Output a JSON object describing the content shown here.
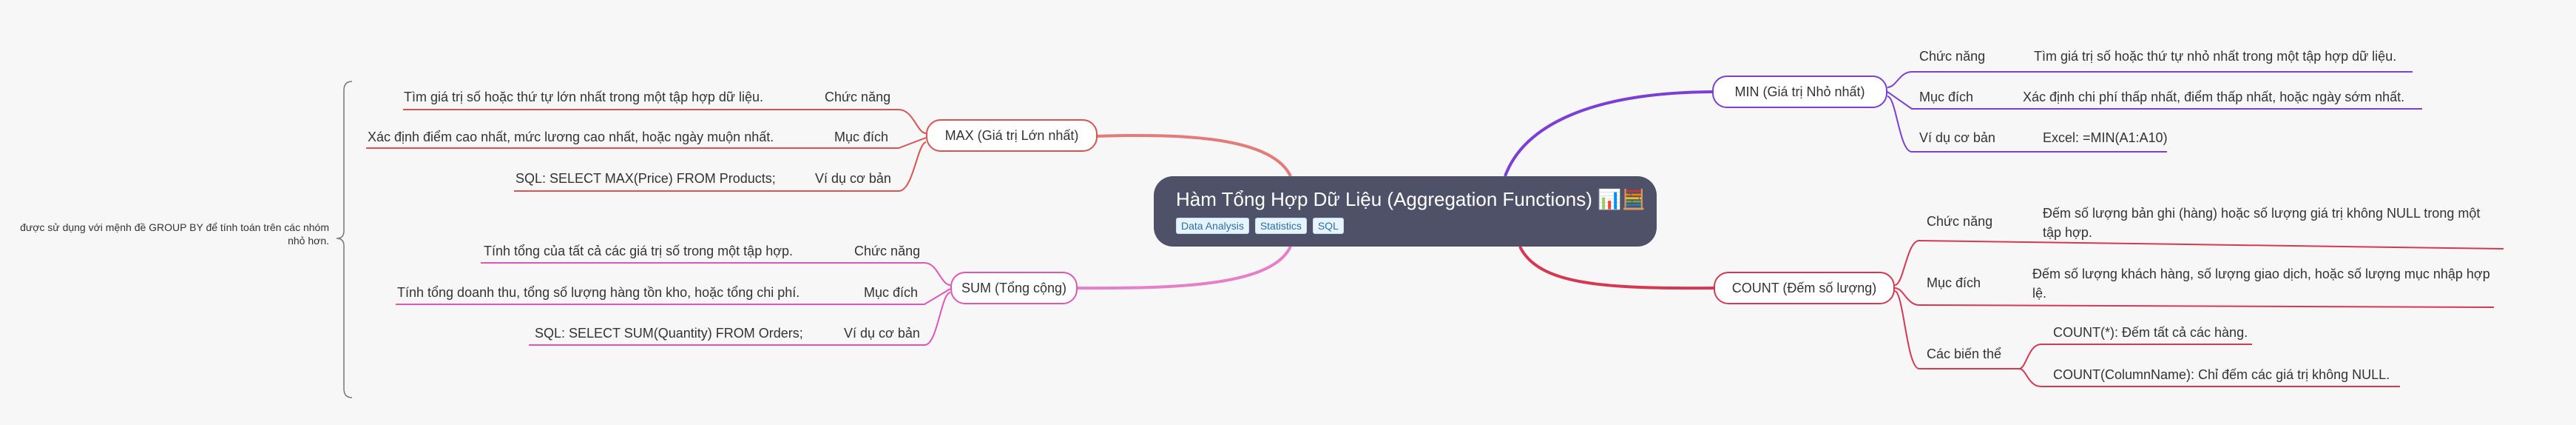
{
  "root": {
    "title": "Hàm Tổng Hợp Dữ Liệu (Aggregation Functions)",
    "emoji": "📊🧮",
    "tags": [
      "Data Analysis",
      "Statistics",
      "SQL"
    ]
  },
  "note": "được sử dụng với mệnh đề GROUP BY để tính toán trên các nhóm nhỏ hơn.",
  "branches": {
    "max": {
      "title": "MAX (Giá trị Lớn nhất)",
      "color": "#d9534f",
      "items": [
        {
          "label": "Chức năng",
          "value": "Tìm giá trị số hoặc thứ tự lớn nhất trong một tập hợp dữ liệu."
        },
        {
          "label": "Mục đích",
          "value": "Xác định điểm cao nhất, mức lương cao nhất, hoặc ngày muộn nhất."
        },
        {
          "label": "Ví dụ cơ bản",
          "value": "SQL: SELECT MAX(Price) FROM Products;"
        }
      ]
    },
    "sum": {
      "title": "SUM (Tổng cộng)",
      "color": "#e056b8",
      "items": [
        {
          "label": "Chức năng",
          "value": "Tính tổng của tất cả các giá trị số trong một tập hợp."
        },
        {
          "label": "Mục đích",
          "value": "Tính tổng doanh thu, tổng số lượng hàng tồn kho, hoặc tổng chi phí."
        },
        {
          "label": "Ví dụ cơ bản",
          "value": "SQL: SELECT SUM(Quantity) FROM Orders;"
        }
      ]
    },
    "min": {
      "title": "MIN (Giá trị Nhỏ nhất)",
      "color": "#7b3fd6",
      "items": [
        {
          "label": "Chức năng",
          "value": "Tìm giá trị số hoặc thứ tự nhỏ nhất trong một tập hợp dữ liệu."
        },
        {
          "label": "Mục đích",
          "value": "Xác định chi phí thấp nhất, điểm thấp nhất, hoặc ngày sớm nhất."
        },
        {
          "label": "Ví dụ cơ bản",
          "value": "Excel: =MIN(A1:A10)"
        }
      ]
    },
    "count": {
      "title": "COUNT (Đếm số lượng)",
      "color": "#d63852",
      "items": [
        {
          "label": "Chức năng",
          "value": "Đếm số lượng bản ghi (hàng) hoặc số lượng giá trị không NULL trong một tập hợp."
        },
        {
          "label": "Mục đích",
          "value": "Đếm số lượng khách hàng, số lượng giao dịch, hoặc số lượng mục nhập hợp lệ."
        },
        {
          "label": "Các biến thể",
          "values": [
            "COUNT(*): Đếm tất cả các hàng.",
            "COUNT(ColumnName): Chỉ đếm các giá trị không NULL."
          ]
        }
      ]
    }
  }
}
